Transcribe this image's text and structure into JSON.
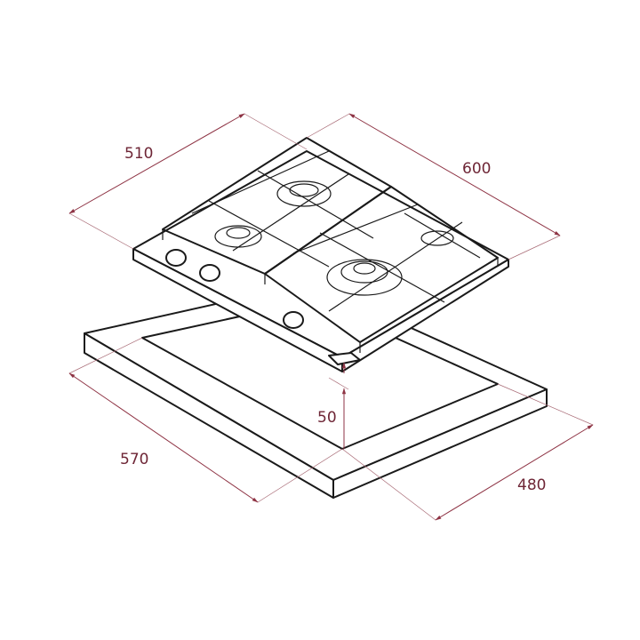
{
  "title": "Gas hob built-in dimensions",
  "dimensions": {
    "depth": "510",
    "width": "600",
    "cutout_width": "570",
    "cutout_depth": "480",
    "min_height": "50"
  },
  "colors": {
    "dimension_line": "#8e3344",
    "dimension_text": "#6e2636",
    "outline": "#1a1a1a"
  }
}
